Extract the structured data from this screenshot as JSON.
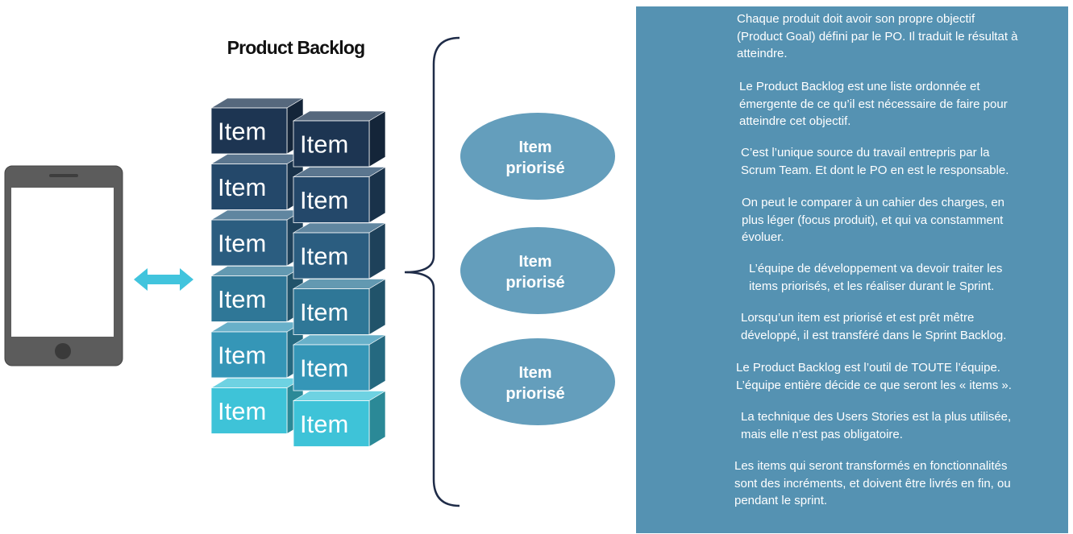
{
  "title": "Product Backlog",
  "backlog": {
    "item_label": "Item",
    "column_count": 2,
    "row_count": 6,
    "row_colors": [
      "#1d3552",
      "#24486a",
      "#2b5d80",
      "#2f7797",
      "#3596b7",
      "#3ec3d8"
    ]
  },
  "ovals": [
    {
      "label": "Item\npriorisé"
    },
    {
      "label": "Item\npriorisé"
    },
    {
      "label": "Item\npriorisé"
    }
  ],
  "colors": {
    "panel": "#5592b2",
    "oval": "#649ebc",
    "arrow": "#41c4dd",
    "phone": "#5c5c5c"
  },
  "notes": [
    "Chaque produit doit avoir son propre objectif\n(Product Goal) défini par le PO. Il traduit le résultat à\natteindre.",
    "Le Product Backlog est une liste ordonnée et\némergente de ce qu’il est nécessaire de faire pour\natteindre cet objectif.",
    "C’est l’unique source du travail entrepris par la\nScrum Team. Et dont le PO en est le responsable.",
    "On peut le comparer à un cahier des charges, en\nplus léger (focus produit), et qui va constamment\névoluer.",
    "L’équipe de développement va devoir traiter les\nitems priorisés, et les réaliser durant le Sprint.",
    "Lorsqu’un item est priorisé et est prêt mêtre\ndéveloppé, il est transféré dans le Sprint Backlog.",
    "Le Product Backlog est l’outil de TOUTE l’équipe.\nL’équipe entière décide ce que seront les « items ».",
    "La technique des Users Stories est la plus utilisée,\nmais elle n’est pas obligatoire.",
    "Les items qui seront transformés en  fonctionnalités\nsont des incréments, et doivent être livrés en fin, ou\npendant le sprint."
  ]
}
